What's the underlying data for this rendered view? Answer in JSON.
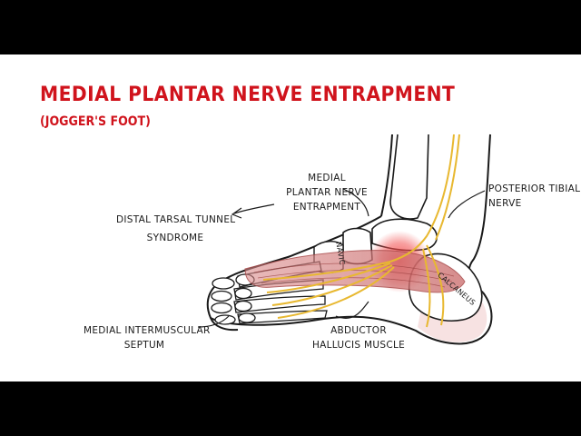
{
  "title": "MEDIAL PLANTAR NERVE ENTRAPMENT",
  "subtitle": "(JOGGER'S FOOT)",
  "labels": {
    "medial_plantar_line1": "MEDIAL",
    "medial_plantar_line2": "PLANTAR NERVE",
    "entrapment": "ENTRAPMENT",
    "posterior_tibial_line1": "POSTERIOR TIBIAL",
    "posterior_tibial_line2": "NERVE",
    "distal_tarsal_line1": "DISTAL TARSAL TUNNEL",
    "distal_tarsal_line2": "SYNDROME",
    "intermuscular_line1": "MEDIAL INTERMUSCULAR",
    "intermuscular_line2": "SEPTUM",
    "abductor_line1": "ABDUCTOR",
    "abductor_line2": "HALLUCIS MUSCLE",
    "navicular": "NAVIC",
    "calcaneus": "CALCANEUS"
  },
  "colors": {
    "accent_red": "#d0131c",
    "nerve_yellow": "#e8b830",
    "muscle_pink": "#e7a3a3",
    "entrapment_glow": "#f04040",
    "outline": "#1a1a1a"
  }
}
